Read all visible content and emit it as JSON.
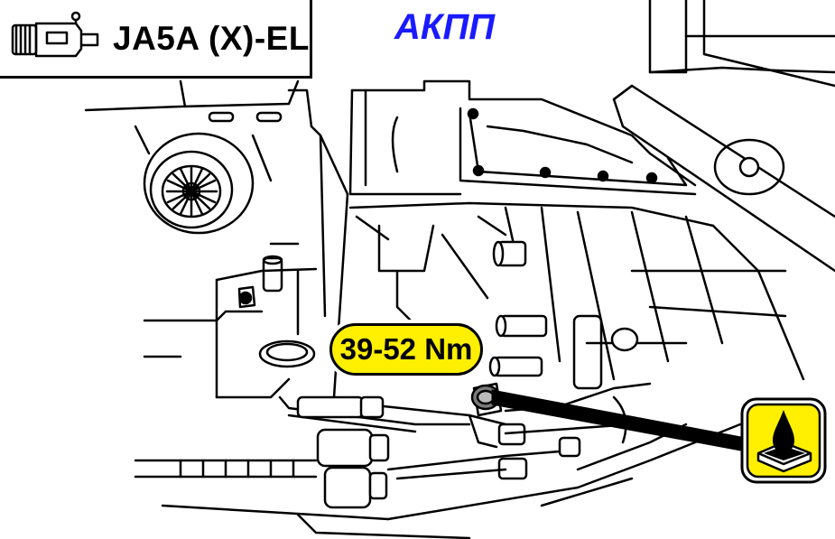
{
  "header": {
    "model_code": "JA5A (X)-EL",
    "heading": "АКПП"
  },
  "callout": {
    "torque_value": "39-52 Nm"
  },
  "icons": {
    "transmission": "transmission-icon",
    "oil_drop": "oil-drop-icon"
  },
  "colors": {
    "heading": "#1a1aff",
    "badge_fill": "#ffef00",
    "line": "#000000"
  }
}
